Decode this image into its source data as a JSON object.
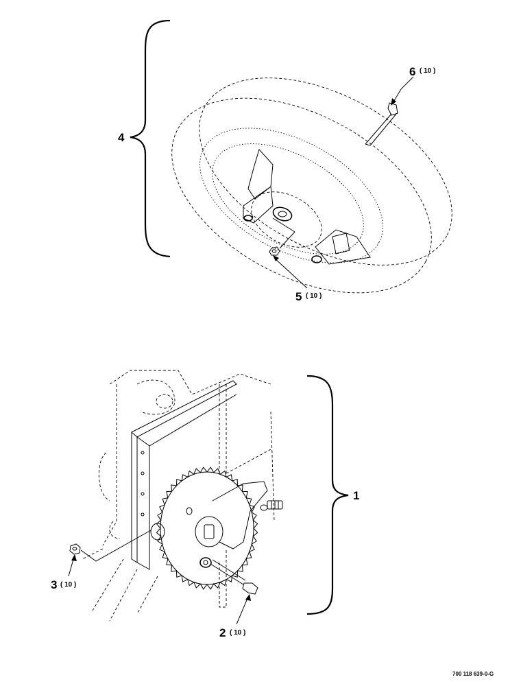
{
  "callouts": [
    {
      "id": "4",
      "number": "4",
      "qty": ""
    },
    {
      "id": "6",
      "number": "6",
      "qty": "( 10 )"
    },
    {
      "id": "5",
      "number": "5",
      "qty": "( 10 )"
    },
    {
      "id": "1",
      "number": "1",
      "qty": ""
    },
    {
      "id": "3",
      "number": "3",
      "qty": "( 10 )"
    },
    {
      "id": "2",
      "number": "2",
      "qty": "( 10 )"
    }
  ],
  "figure_id": "700 118 639-0-G"
}
